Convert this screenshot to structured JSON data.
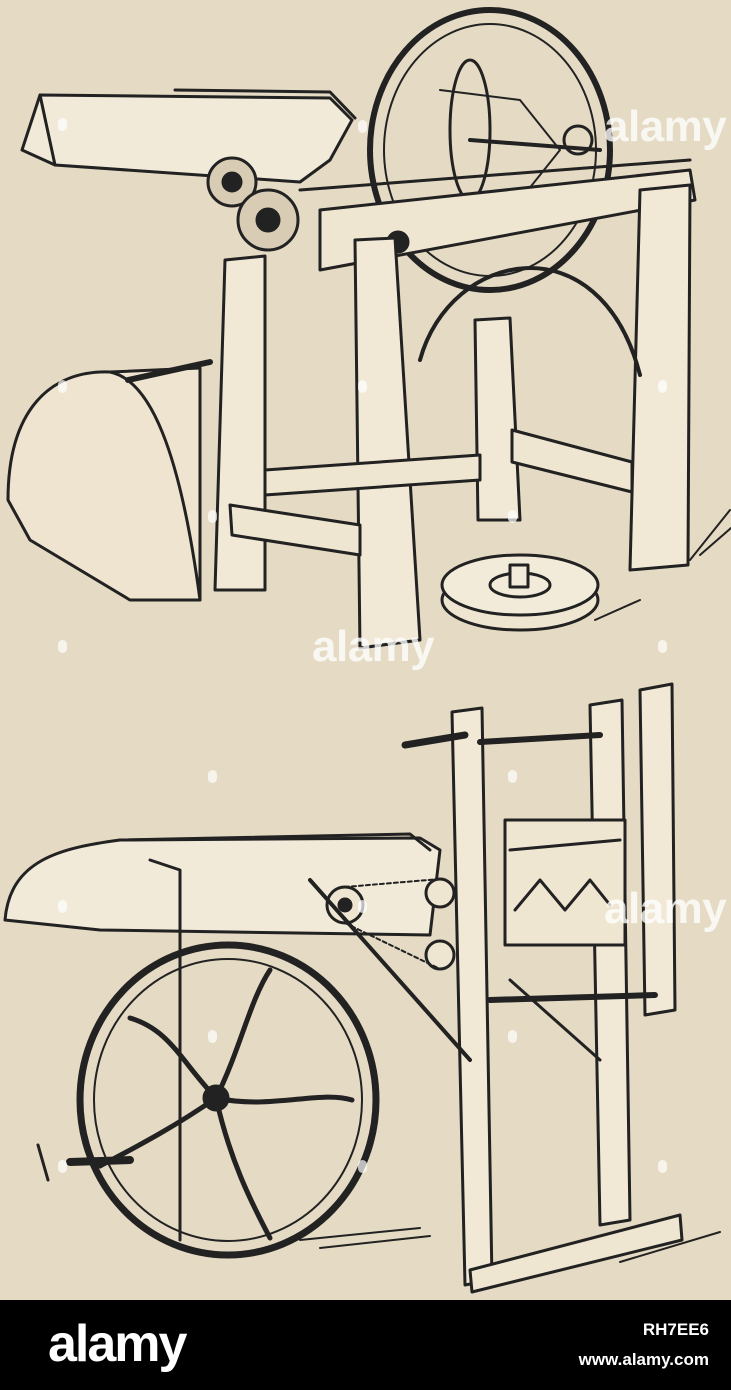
{
  "watermark": {
    "text": "alamy",
    "color": "#ffffff"
  },
  "figures": [
    {
      "subject": "chaff cutter with flywheel, gear train and wooden trestle frame"
    },
    {
      "subject": "chaff cutter with feed trough, spoked hand wheel and crank handle"
    }
  ],
  "footer": {
    "brand": "alamy",
    "image_id": "RH7EE6",
    "url": "www.alamy.com",
    "background": "#000000",
    "text_color": "#ffffff"
  },
  "colors": {
    "paper": "#e5dac3",
    "ink": "#222222"
  }
}
